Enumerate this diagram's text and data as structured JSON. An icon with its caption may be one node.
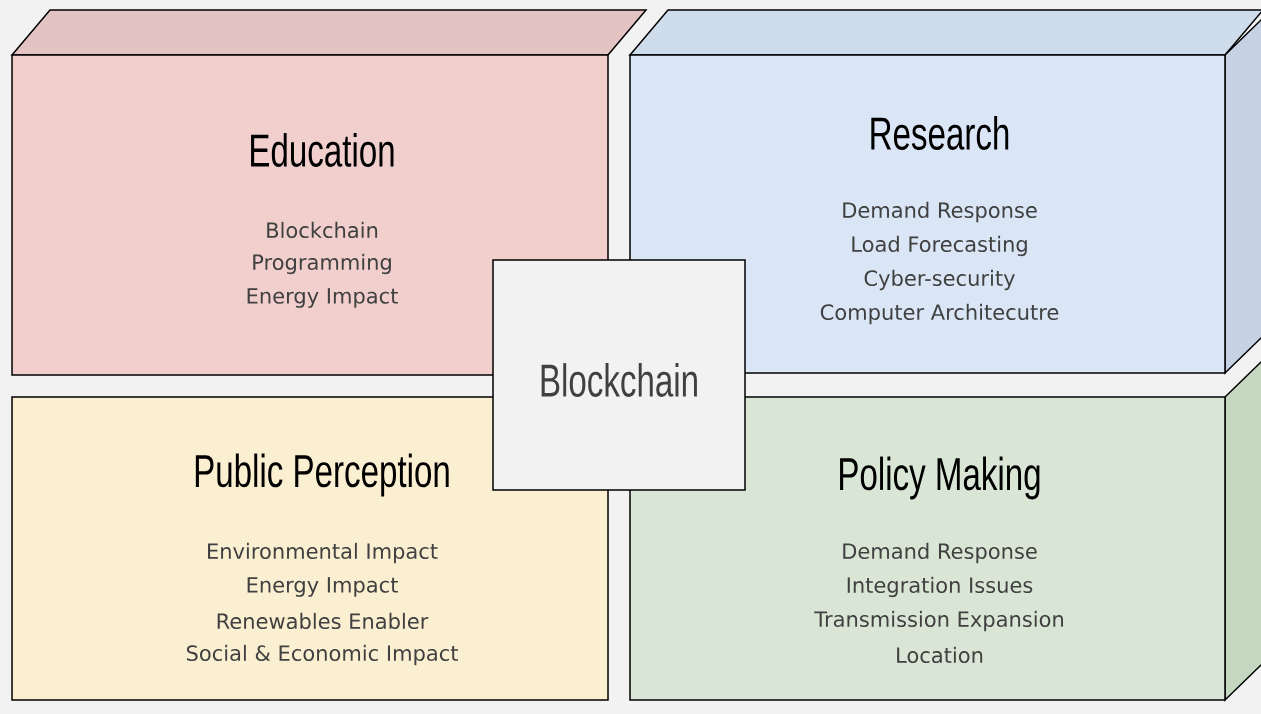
{
  "diagram": {
    "nodes": [
      {
        "text": [
          "Education",
          "Blockchain",
          "Programming",
          "Energy Impact"
        ]
      },
      {
        "text": [
          "Research",
          "Demand Response",
          "Load Forecasting",
          "Cyber-security",
          "Computer Architecutre"
        ]
      },
      {
        "text": [
          "Blockchain"
        ]
      },
      {
        "text": [
          "Public Perception",
          "Environmental Impact",
          "Energy Impact",
          "Renewables Enabler",
          "Social & Economic Impact"
        ]
      },
      {
        "text": [
          "Policy Making",
          "Demand Response",
          "Integration Issues",
          "Transmission Expansion",
          "Location"
        ]
      }
    ]
  }
}
